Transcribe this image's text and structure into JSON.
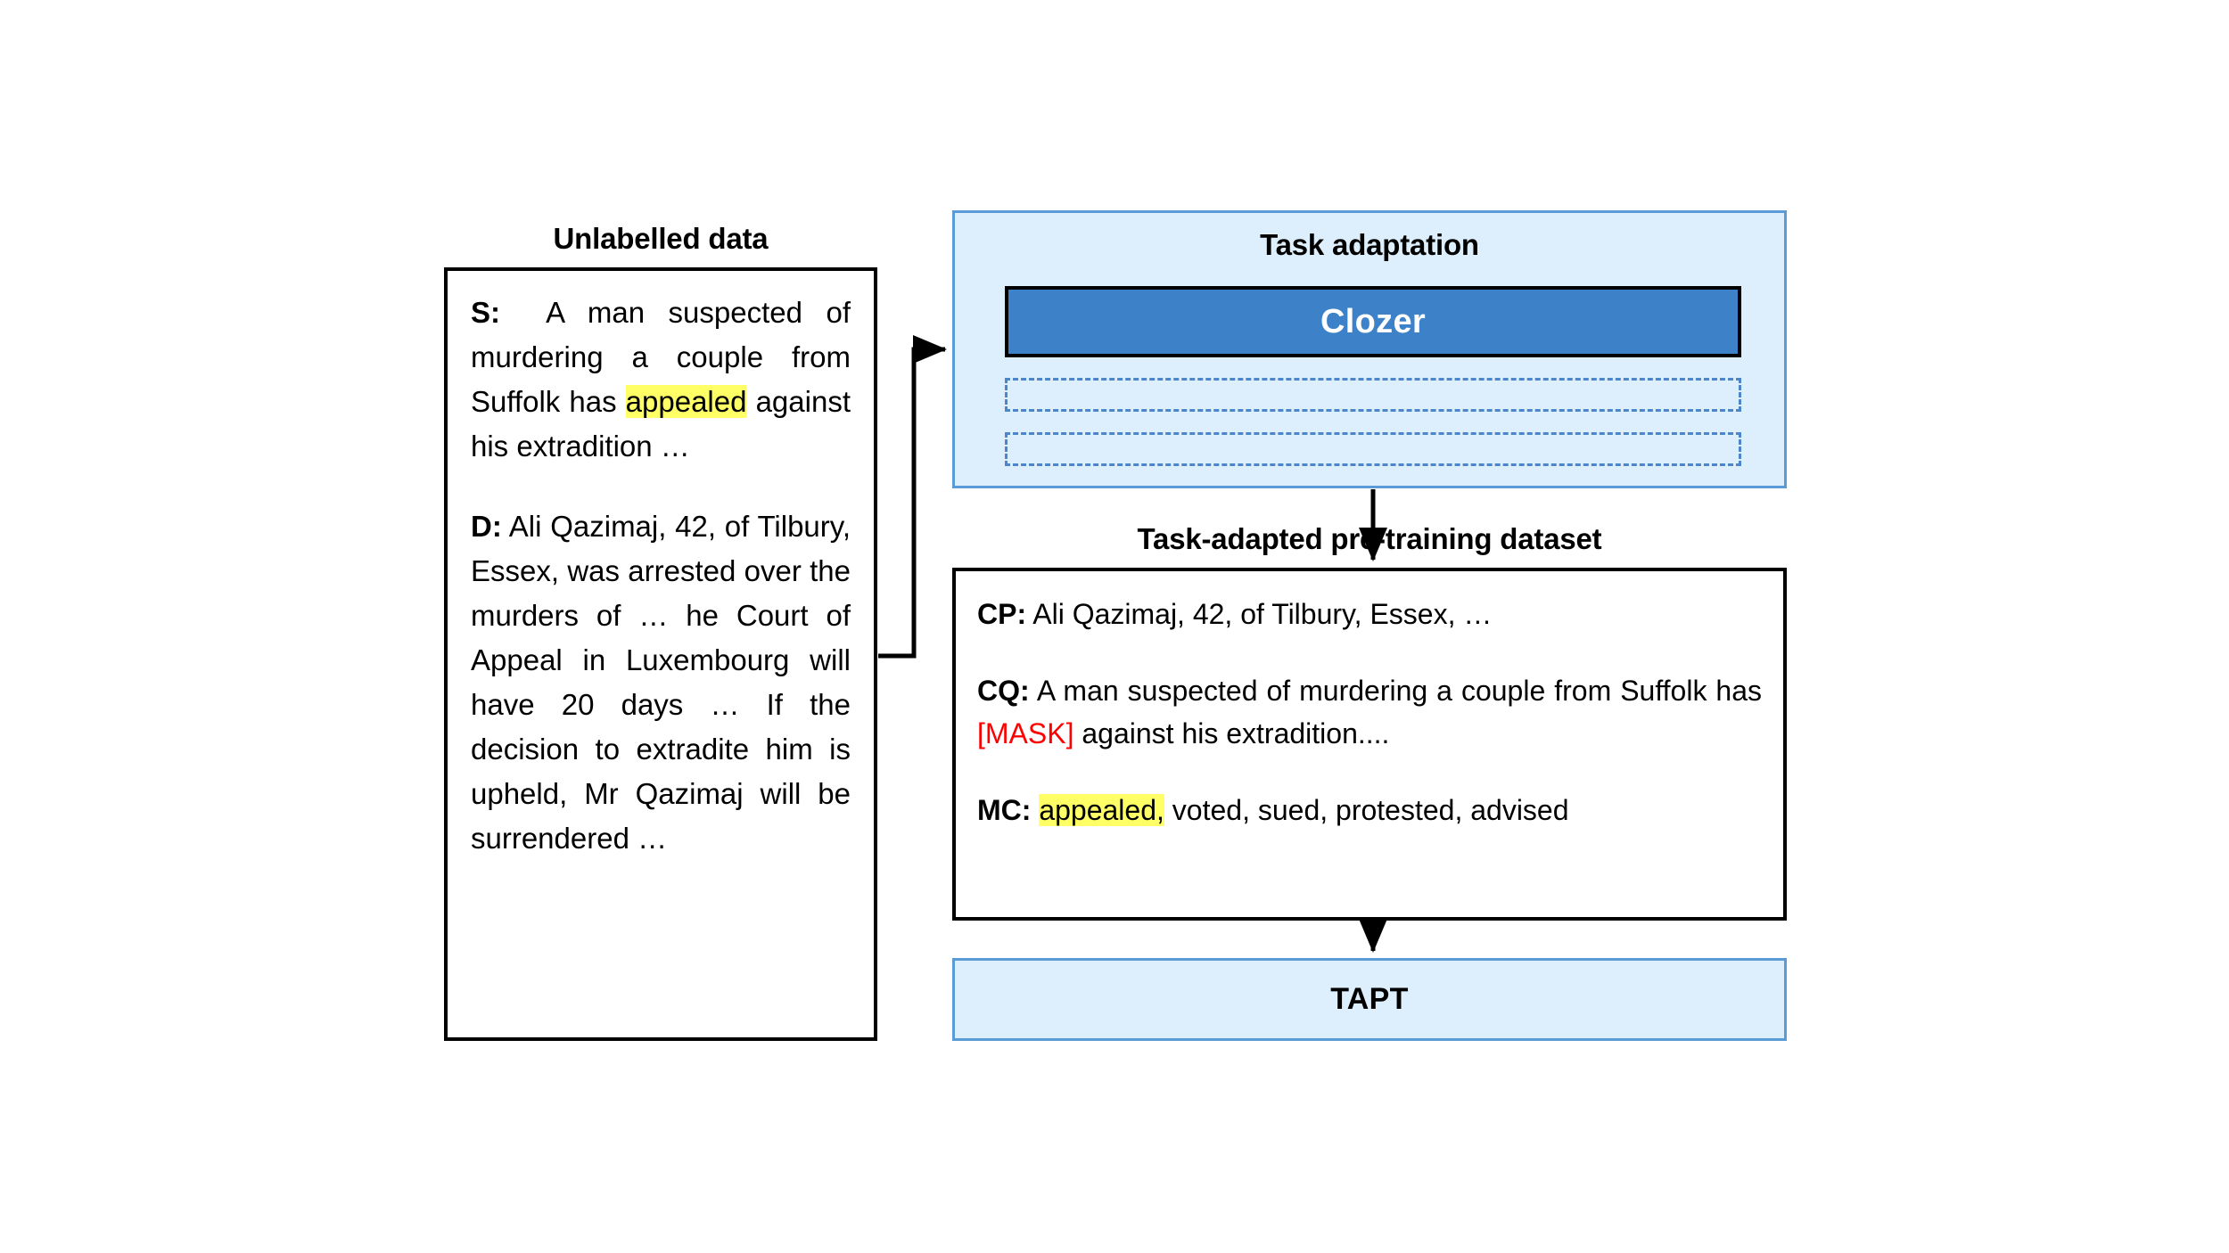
{
  "figure": {
    "colors": {
      "panel_fill": "#ddeefc",
      "panel_border": "#5b9bd5",
      "clozer_fill": "#3d82c8",
      "highlight": "#ffff66",
      "mask_red": "#ff0000",
      "box_border": "#000000"
    }
  },
  "unlabelled": {
    "title": "Unlabelled data",
    "sentence_label": "S:",
    "sentence_pre": "A man suspected of murdering a couple from Suffolk has ",
    "sentence_highlight": "appealed",
    "sentence_post": " against his extradition …",
    "document_label": "D:",
    "document_text": "Ali Qazimaj, 42, of Tilbury, Essex, was arrested over the murders of … he Court of Appeal in Luxembourg will have 20 days … If the decision to extradite him is upheld, Mr Qazimaj will be surrendered …"
  },
  "task_adaptation": {
    "title": "Task adaptation",
    "model_label": "Clozer",
    "slots": [
      "",
      ""
    ]
  },
  "dataset": {
    "title": "Task-adapted pre-training dataset",
    "cp_label": "CP:",
    "cp_text": "Ali Qazimaj, 42, of Tilbury, Essex, …",
    "cq_label": "CQ:",
    "cq_pre": "A man suspected of murdering a couple from Suffolk has ",
    "cq_mask": "[MASK]",
    "cq_post": " against his extradition....",
    "mc_label": "MC:",
    "mc_highlight": "appealed,",
    "mc_rest": " voted, sued, protested, advised"
  },
  "tapt": {
    "label": "TAPT"
  }
}
